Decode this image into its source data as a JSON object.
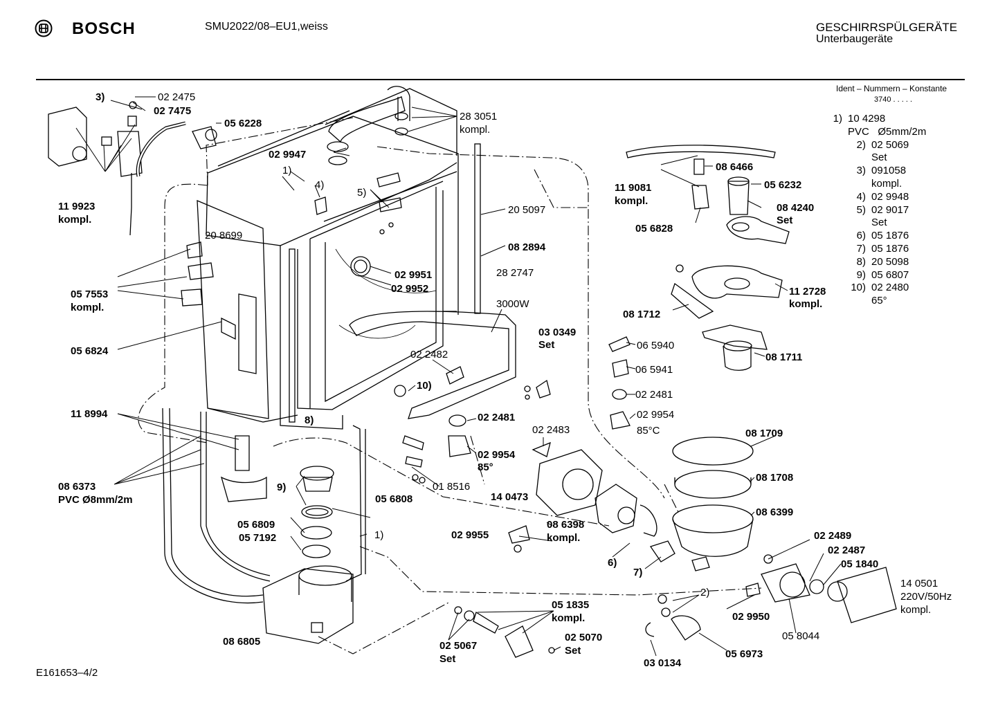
{
  "header": {
    "brand": "BOSCH",
    "model": "SMU2022/08–EU1,weiss",
    "category": "GESCHIRRSPÜLGERÄTE",
    "subcategory": "Unterbaugeräte"
  },
  "ident": {
    "title": "Ident – Nummern – Konstante",
    "constant": "3740 . . . . ."
  },
  "footer": {
    "document_number": "E161653–4/2"
  },
  "notes": [
    {
      "num": "1)",
      "lines": [
        "10 4298",
        "PVC   Ø5mm/2m"
      ]
    },
    {
      "num": "2)",
      "lines": [
        "02 5069",
        "Set"
      ]
    },
    {
      "num": "3)",
      "lines": [
        "091058",
        "kompl."
      ]
    },
    {
      "num": "4)",
      "lines": [
        "02 9948"
      ]
    },
    {
      "num": "5)",
      "lines": [
        "02 9017",
        "Set"
      ]
    },
    {
      "num": "6)",
      "lines": [
        "05 1876"
      ]
    },
    {
      "num": "7)",
      "lines": [
        "05 1876"
      ]
    },
    {
      "num": "8)",
      "lines": [
        "20 5098"
      ]
    },
    {
      "num": "9)",
      "lines": [
        "05 6807"
      ]
    },
    {
      "num": "10)",
      "lines": [
        "02 2480",
        "65°"
      ]
    }
  ],
  "labels": {
    "p022475": "02 2475",
    "p027475": "02 7475",
    "p3": "3)",
    "p056228": "05 6228",
    "p119923": "11 9923",
    "p119923k": "kompl.",
    "p029947": "02 9947",
    "p283051": "28 3051",
    "p283051k": "kompl.",
    "p1a": "1)",
    "p4": "4)",
    "p5": "5)",
    "p208699": "20 8699",
    "p205097": "20 5097",
    "p082894": "08 2894",
    "p057553": "05 7553",
    "p057553k": "kompl.",
    "p029951": "02 9951",
    "p029952": "02 9952",
    "p282747": "28 2747",
    "p282747w": "3000W",
    "p056824": "05 6824",
    "p030349": "03 0349",
    "p030349s": "Set",
    "p022482": "02 2482",
    "p10": "10)",
    "p118994": "11 8994",
    "p8": "8)",
    "p022481a": "02 2481",
    "p029954a": "02 9954",
    "p029954ad": "85°",
    "p018516": "01 8516",
    "p022483": "02 2483",
    "p086373": "08 6373",
    "p086373p": "PVC Ø8mm/2m",
    "p9": "9)",
    "p056808": "05 6808",
    "p056809": "05 6809",
    "p057192": "05 7192",
    "p1b": "1)",
    "p140473": "14 0473",
    "p029955": "02 9955",
    "p086398": "08 6398",
    "p086398k": "kompl.",
    "p6": "6)",
    "p7": "7)",
    "p086805": "08 6805",
    "p051835": "05 1835",
    "p051835k": "kompl.",
    "p025067": "02 5067",
    "p025067s": "Set",
    "p025070": "02 5070",
    "p025070s": "Set",
    "p030134": "03 0134",
    "p2": "2)",
    "p029950": "02 9950",
    "p058044": "05 8044",
    "p056973": "05 6973",
    "p022489": "02 2489",
    "p022487": "02 2487",
    "p051840": "05 1840",
    "p140501": "14 0501",
    "p140501v": "220V/50Hz",
    "p140501k": "kompl.",
    "p086466": "08 6466",
    "p119081": "11 9081",
    "p119081k": "kompl.",
    "p056232": "05 6232",
    "p056828": "05 6828",
    "p084240": "08 4240",
    "p084240s": "Set",
    "p112728": "11 2728",
    "p112728k": "kompl.",
    "p081712": "08 1712",
    "p065940": "06 5940",
    "p065941": "06 5941",
    "p081711": "08 1711",
    "p022481b": "02 2481",
    "p029954b": "02 9954",
    "p029954bd": "85°C",
    "p081709": "08 1709",
    "p081708": "08 1708",
    "p086399": "08 6399"
  },
  "colors": {
    "ink": "#000000",
    "background": "#ffffff"
  }
}
